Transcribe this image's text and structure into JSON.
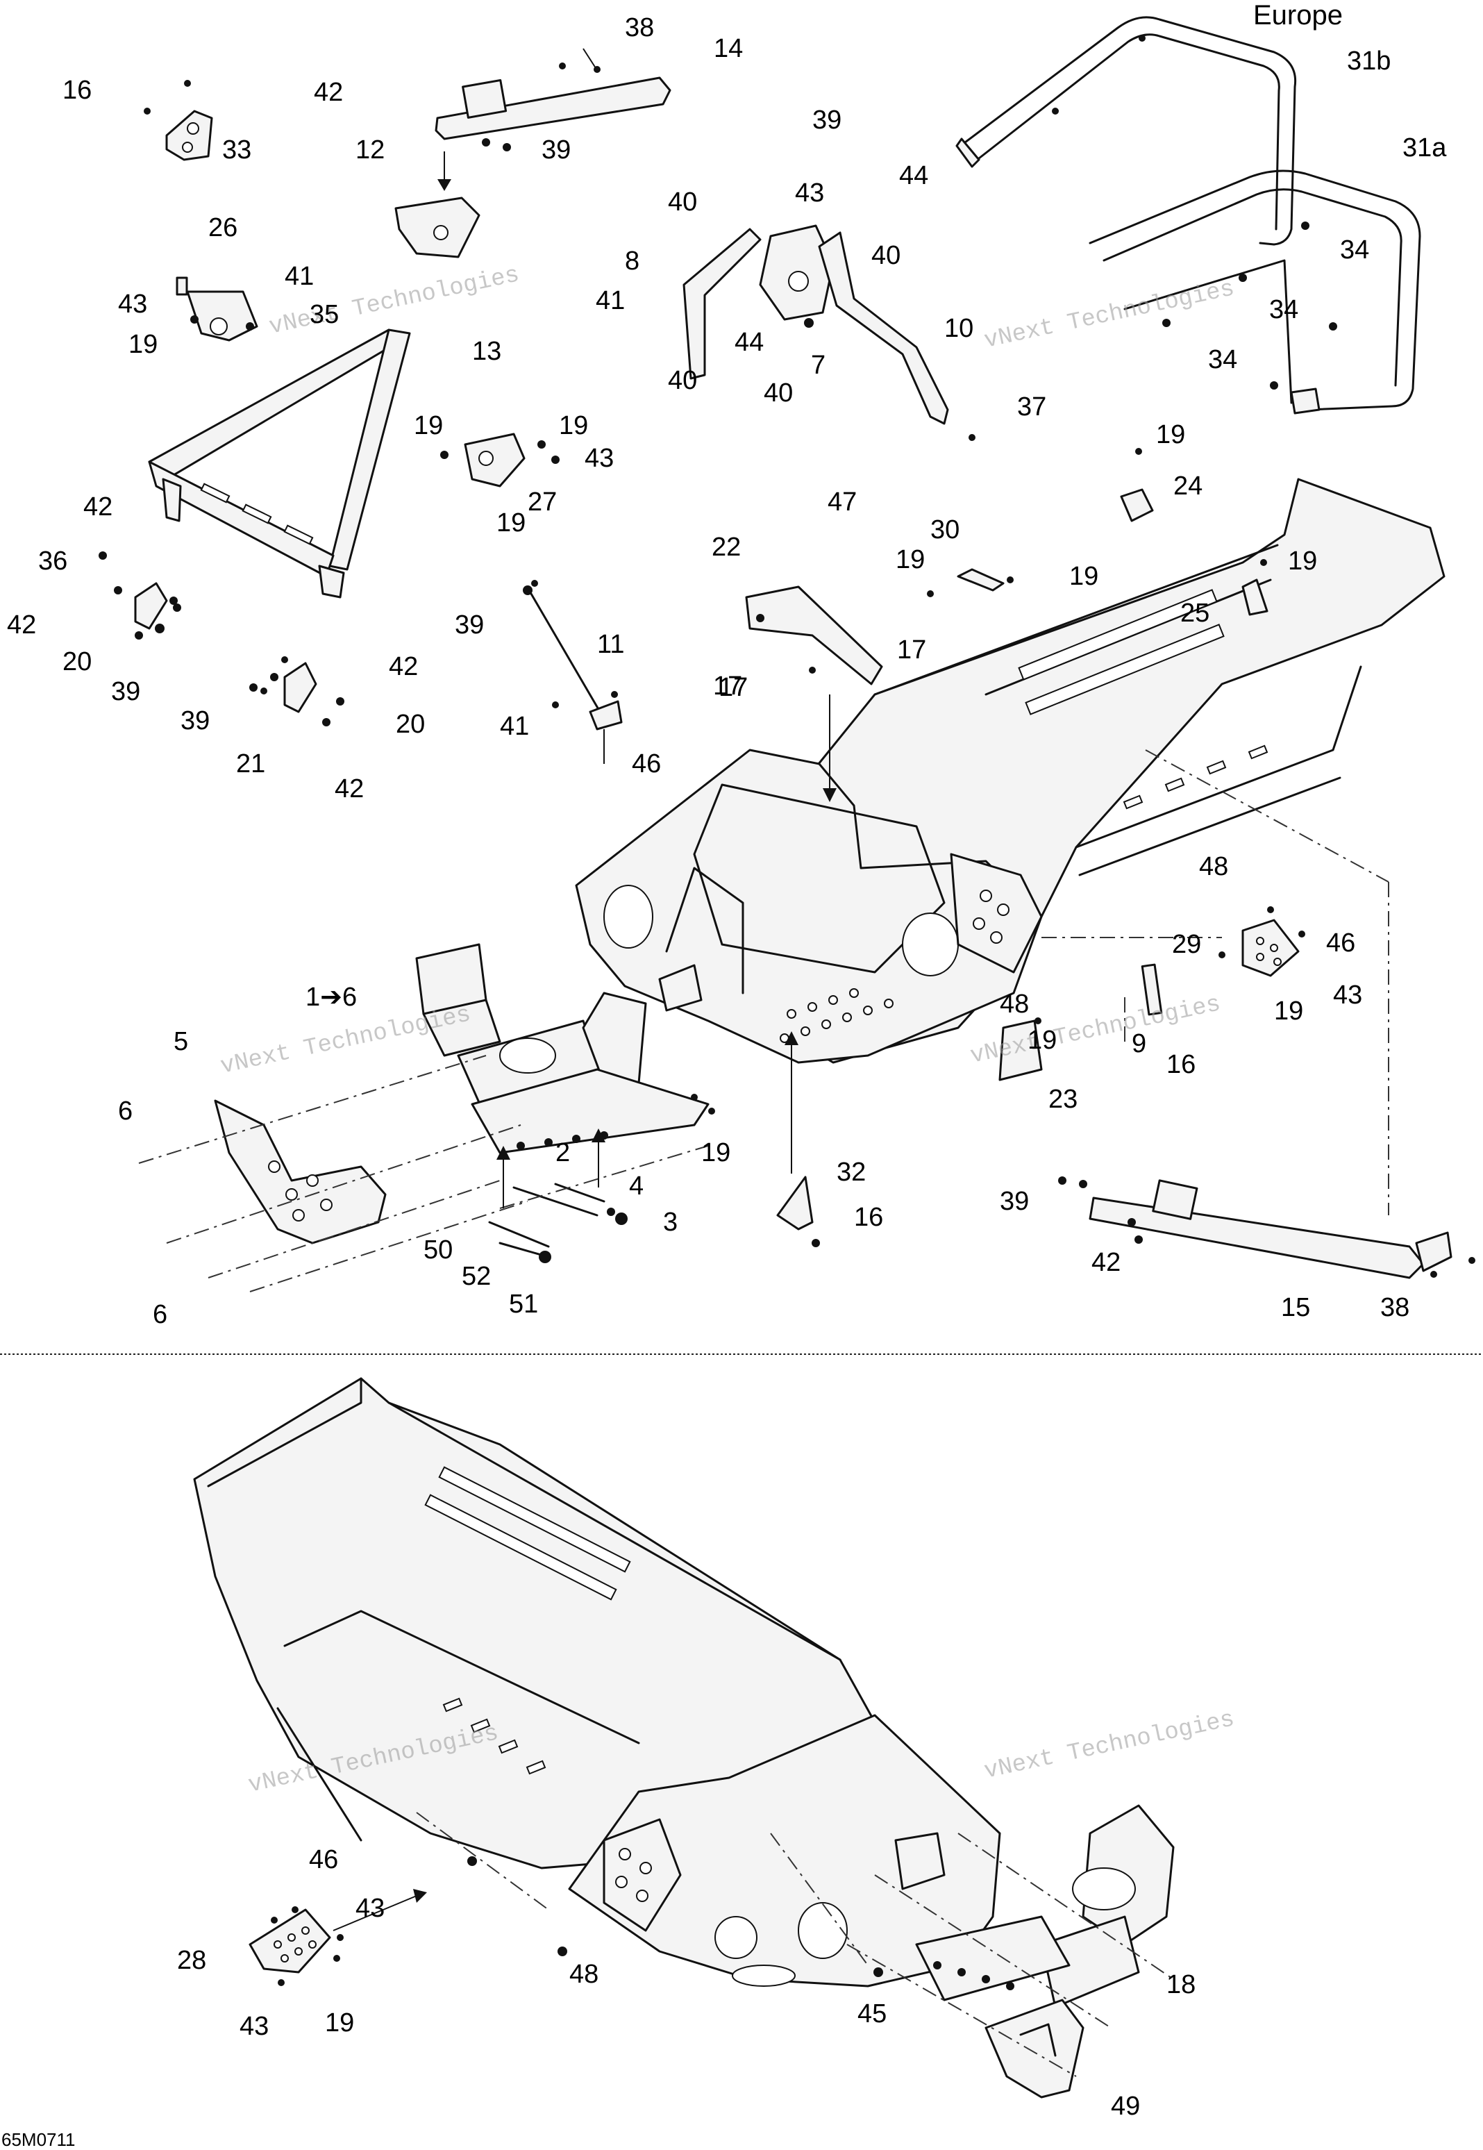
{
  "region_label": "Europe",
  "drawing_code": "65M0711",
  "watermark": "vNext Technologies",
  "callouts": [
    "38",
    "14",
    "42",
    "39",
    "16",
    "33",
    "12",
    "26",
    "41",
    "43",
    "35",
    "19",
    "13",
    "40",
    "43",
    "44",
    "8",
    "10",
    "7",
    "37",
    "31b",
    "31a",
    "34",
    "27",
    "36",
    "20",
    "21",
    "11",
    "46",
    "47",
    "30",
    "22",
    "17",
    "24",
    "25",
    "48",
    "29",
    "1➔6",
    "5",
    "6",
    "2",
    "3",
    "4",
    "50",
    "51",
    "52",
    "32",
    "9",
    "23",
    "15",
    "28",
    "45",
    "18",
    "49"
  ]
}
